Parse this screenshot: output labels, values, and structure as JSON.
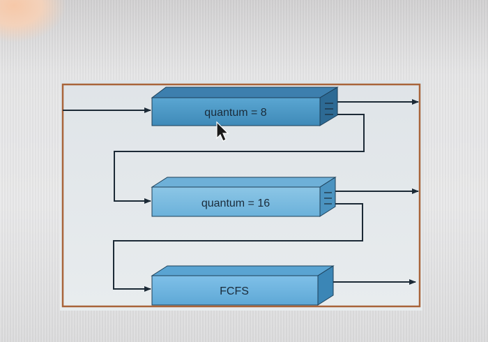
{
  "diagram": {
    "queues": [
      {
        "label": "quantum = 8"
      },
      {
        "label": "quantum = 16"
      },
      {
        "label": "FCFS"
      }
    ],
    "colors": {
      "frame": "#a8643a",
      "arrow": "#1c2a36",
      "queue_front": "#4a96c4",
      "queue_top": "#7fb9dc",
      "queue_end": "#2f6f98"
    }
  }
}
